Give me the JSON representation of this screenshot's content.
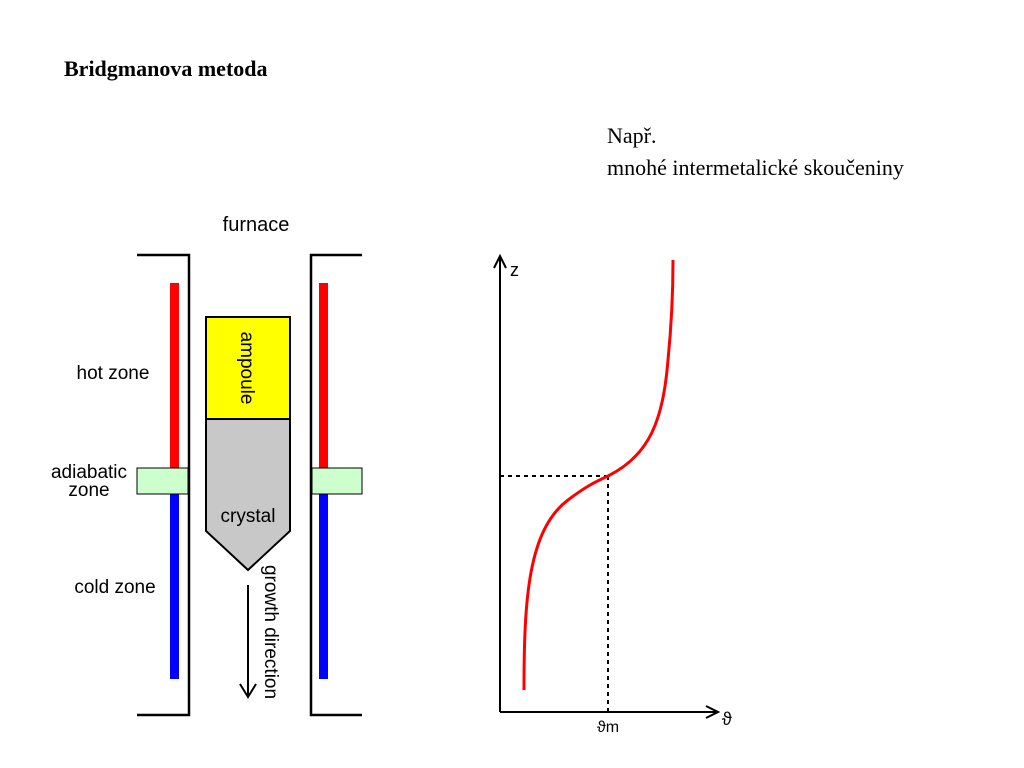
{
  "title": "Bridgmanova metoda",
  "example": {
    "line1": "Např.",
    "line2": "mnohé intermetalické skoučeniny"
  },
  "furnace_diagram": {
    "furnace_label": "furnace",
    "ampoule_label": "ampoule",
    "crystal_label": "crystal",
    "growth_direction_label": "growth direction",
    "hot_zone_label": "hot zone",
    "adiabatic_zone_label_line1": "adiabatic",
    "adiabatic_zone_label_line2": "zone",
    "cold_zone_label": "cold zone",
    "colors": {
      "hot": "#ff0000",
      "cold": "#0000ff",
      "adiabatic": "#ccffcc",
      "ampoule": "#ffff00",
      "crystal": "#c8c8c8"
    }
  },
  "temperature_profile": {
    "y_axis_label": "z",
    "x_axis_label": "ϑ",
    "melting_point_label": "ϑm",
    "curve_color": "#ff0000"
  }
}
